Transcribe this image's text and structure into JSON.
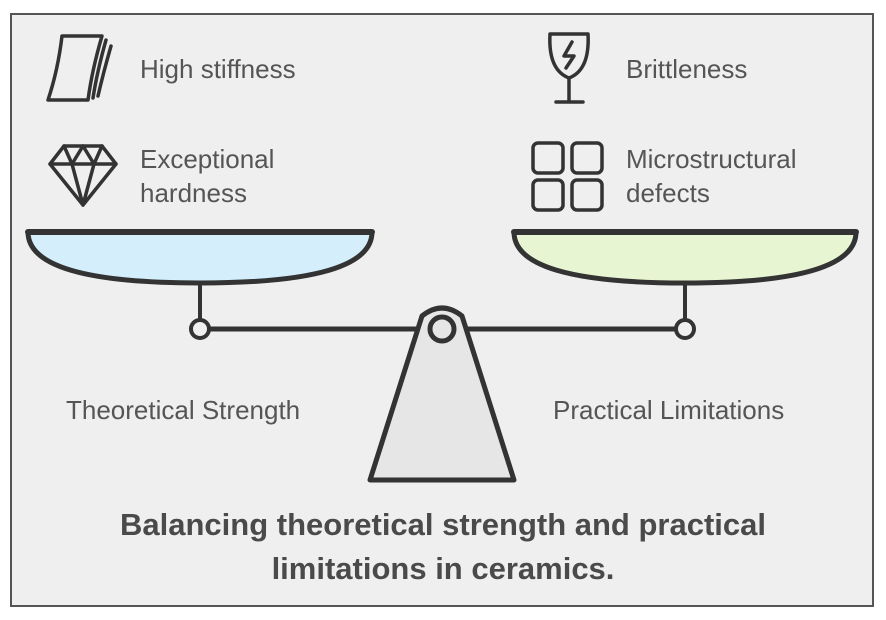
{
  "left_pan": {
    "label": "Theoretical Strength",
    "color": "#d4eefb",
    "items": [
      {
        "icon": "paper-sheets-icon",
        "text": "High stiffness"
      },
      {
        "icon": "diamond-icon",
        "text_line1": "Exceptional",
        "text_line2": "hardness"
      }
    ]
  },
  "right_pan": {
    "label": "Practical Limitations",
    "color": "#e8f5d2",
    "items": [
      {
        "icon": "broken-glass-icon",
        "text": "Brittleness"
      },
      {
        "icon": "grid-squares-icon",
        "text_line1": "Microstructural",
        "text_line2": "defects"
      }
    ]
  },
  "caption": {
    "line1": "Balancing theoretical strength and practical",
    "line2": "limitations in ceramics."
  },
  "colors": {
    "stroke": "#333333",
    "text": "#555555",
    "background": "#efefef",
    "base": "#e6e6e6"
  }
}
